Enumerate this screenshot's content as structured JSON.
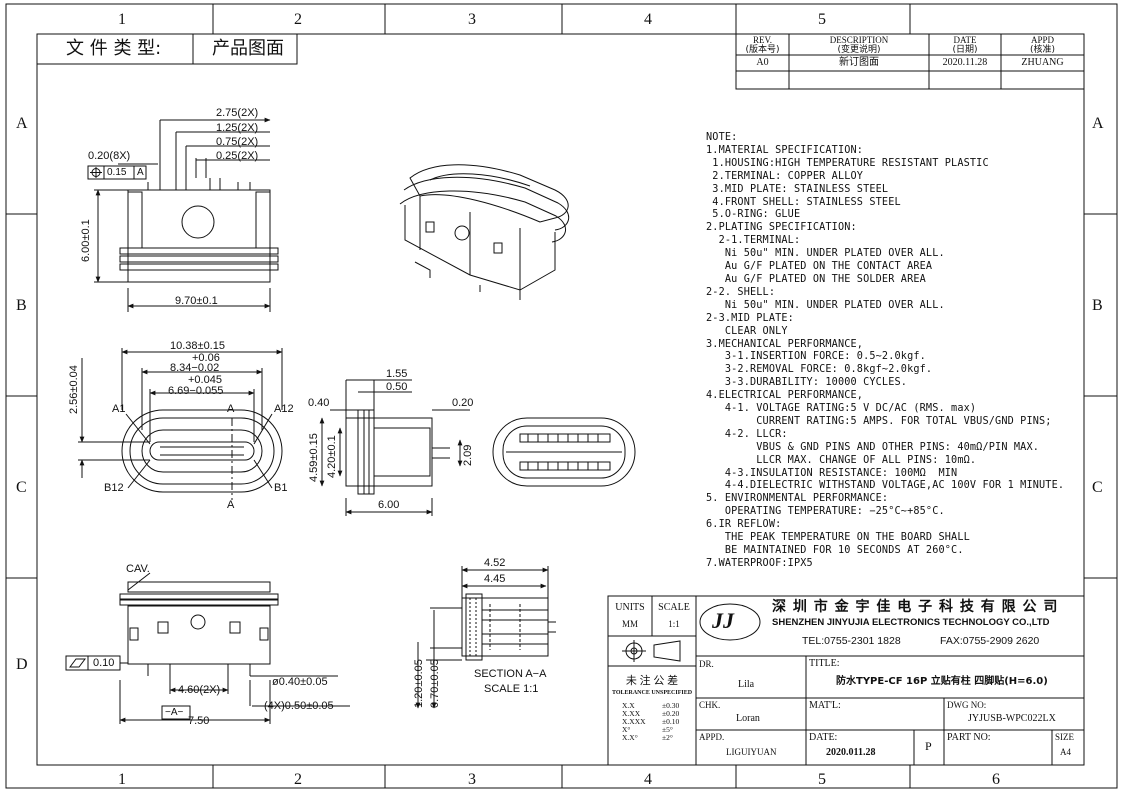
{
  "frame": {
    "col_labels": [
      "1",
      "2",
      "3",
      "4",
      "5",
      "6"
    ],
    "row_labels": [
      "A",
      "B",
      "C",
      "D"
    ]
  },
  "header": {
    "type_label": "文 件 类 型:",
    "type_value": "产品图面"
  },
  "revision": {
    "rev_title": "REV.",
    "rev_cn": "(版本号)",
    "desc_title": "DESCRIPTION",
    "desc_cn": "(变更说明)",
    "date_title": "DATE",
    "date_cn": "(日期)",
    "appd_title": "APPD",
    "appd_cn": "(核准)",
    "rev": "A0",
    "desc": "新订图面",
    "date": "2020.11.28",
    "appd": "ZHUANG"
  },
  "dims": {
    "d275": "2.75(2X)",
    "d125": "1.25(2X)",
    "d075": "0.75(2X)",
    "d025": "0.25(2X)",
    "d020_8x": "0.20(8X)",
    "pos_tol": "0.15",
    "datum_a": "A",
    "d600_v": "6.00±0.1",
    "d970": "9.70±0.1",
    "d1038": "10.38±0.15",
    "d834_up": "+0.06",
    "d834": "8.34−0.02",
    "d669_up": "+0.045",
    "d669": "6.69−0.055",
    "d256": "2.56±0.04",
    "a1": "A1",
    "a12": "A12",
    "b12": "B12",
    "b1": "B1",
    "sec_a_top": "A",
    "sec_a_bot": "A",
    "d155": "1.55",
    "d050": "0.50",
    "d040": "0.40",
    "d020": "0.20",
    "d459": "4.59±0.15",
    "d420": "4.20±0.1",
    "d209": "2.09",
    "d600_h": "6.00",
    "cav": "CAV.",
    "flat": "0.10",
    "d460": "4.60(2X)",
    "d040phi": "ø0.40±0.05",
    "d050_4x": "(4X)0.50±0.05",
    "datum_a_box": "−A−",
    "d750": "7.50",
    "d452": "4.52",
    "d445": "4.45",
    "d120": "1.20±0.05",
    "d070": "0.70±0.05",
    "section": "SECTION A−A",
    "scale_note": "SCALE 1:1"
  },
  "notes": [
    "NOTE:",
    "1.MATERIAL SPECIFICATION:",
    " 1.HOUSING:HIGH TEMPERATURE RESISTANT PLASTIC",
    " 2.TERMINAL: COPPER ALLOY",
    " 3.MID PLATE: STAINLESS STEEL",
    " 4.FRONT SHELL: STAINLESS STEEL",
    " 5.O-RING: GLUE",
    "2.PLATING SPECIFICATION:",
    "  2-1.TERMINAL:",
    "   Ni 50u\" MIN. UNDER PLATED OVER ALL.",
    "   Au G/F PLATED ON THE CONTACT AREA",
    "   Au G/F PLATED ON THE SOLDER AREA",
    "2-2. SHELL:",
    "   Ni 50u\" MIN. UNDER PLATED OVER ALL.",
    "2-3.MID PLATE:",
    "   CLEAR ONLY",
    "3.MECHANICAL PERFORMANCE,",
    "   3-1.INSERTION FORCE: 0.5~2.0kgf.",
    "   3-2.REMOVAL FORCE: 0.8kgf~2.0kgf.",
    "   3-3.DURABILITY: 10000 CYCLES.",
    "4.ELECTRICAL PERFORMANCE,",
    "   4-1. VOLTAGE RATING:5 V DC/AC (RMS. max)",
    "        CURRENT RATING:5 AMPS. FOR TOTAL VBUS/GND PINS;",
    "   4-2. LLCR:",
    "        VBUS & GND PINS AND OTHER PINS: 40mΩ/PIN MAX.",
    "        LLCR MAX. CHANGE OF ALL PINS: 10mΩ.",
    "   4-3.INSULATION RESISTANCE: 100MΩ  MIN",
    "   4-4.DIELECTRIC WITHSTAND VOLTAGE,AC 100V FOR 1 MINUTE.",
    "5. ENVIRONMENTAL PERFORMANCE:",
    "   OPERATING TEMPERATURE: −25°C~+85°C.",
    "6.IR REFLOW:",
    "   THE PEAK TEMPERATURE ON THE BOARD SHALL",
    "   BE MAINTAINED FOR 10 SECONDS AT 260°C.",
    "7.WATERPROOF:IPX5"
  ],
  "title_block": {
    "units_label": "UNITS",
    "units_value": "MM",
    "scale_label": "SCALE",
    "scale_value": "1:1",
    "logo": "JJ",
    "company_cn": "深 圳 市 金 宇 佳 电 子 科 技 有 限 公 司",
    "company_en": "SHENZHEN JINYUJIA ELECTRONICS TECHNOLOGY CO.,LTD",
    "tel": "TEL:0755-2301 1828",
    "fax": "FAX:0755-2909 2620",
    "tol_title_cn": "未 注 公 差",
    "tol_title_en": "TOLERANCE UNSPECIFIED",
    "tolerances": [
      {
        "k": "X.X",
        "v": "±0.30"
      },
      {
        "k": "X.XX",
        "v": "±0.20"
      },
      {
        "k": "X.XXX",
        "v": "±0.10"
      },
      {
        "k": "X°",
        "v": "±5°"
      },
      {
        "k": "X.X°",
        "v": "±2°"
      }
    ],
    "dr_label": "DR.",
    "dr_value": "Lila",
    "chk_label": "CHK.",
    "chk_value": "Loran",
    "appd_label": "APPD.",
    "appd_value": "LIGUIYUAN",
    "title_label": "TITLE:",
    "title_value": "防水TYPE-CF 16P 立贴有柱 四脚贴(H=6.0)",
    "mat_label": "MAT'L:",
    "dwg_label": "DWG NO:",
    "dwg_value": "JYJUSB-WPC022LX",
    "date_label": "DATE:",
    "date_value": "2020.011.28",
    "p_label": "P",
    "part_label": "PART NO:",
    "size_label": "SIZE",
    "size_value": "A4"
  }
}
